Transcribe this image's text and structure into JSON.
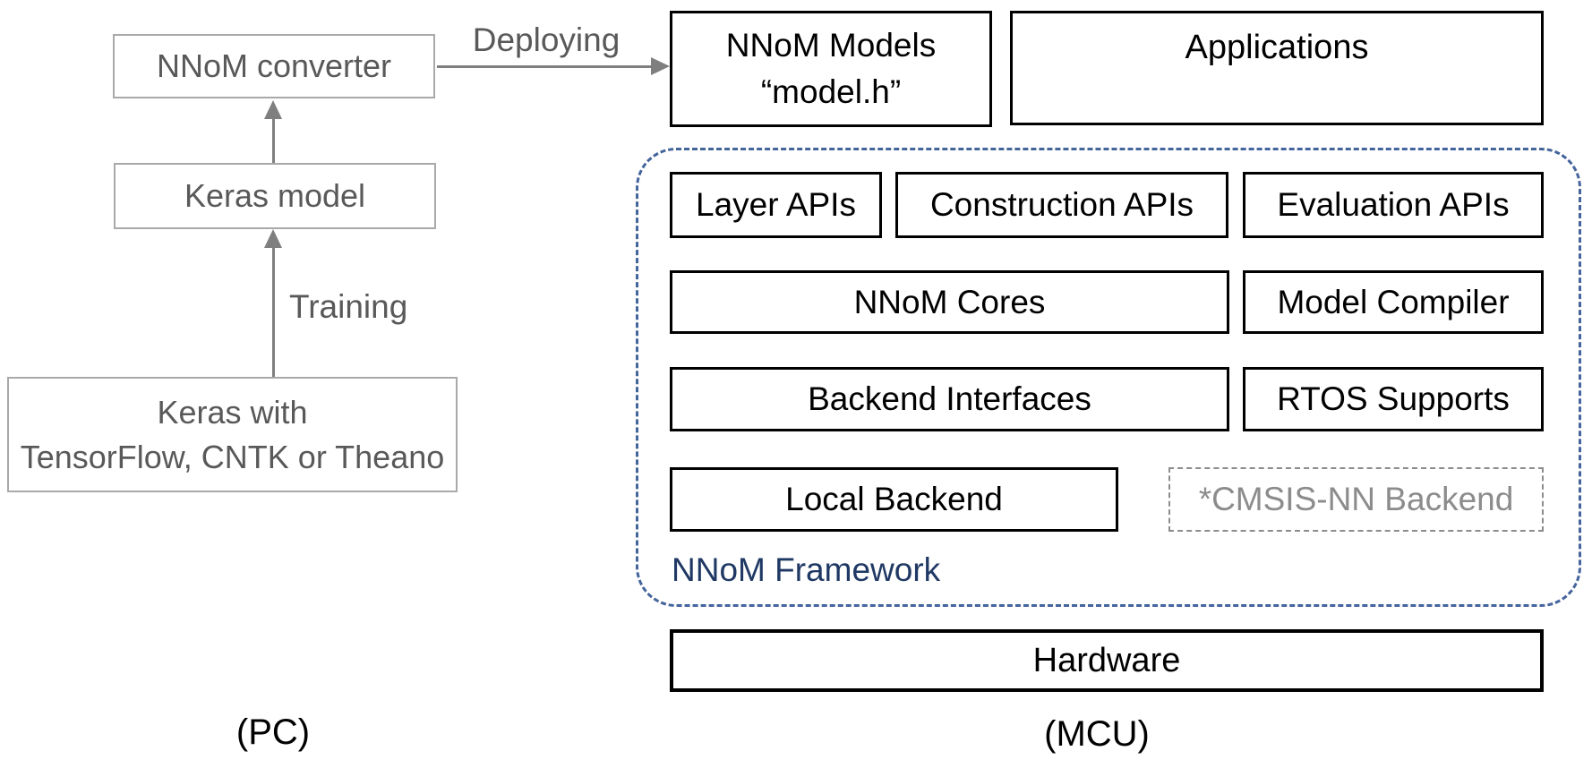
{
  "colors": {
    "gray_border": "#a9a9a9",
    "gray_text": "#595959",
    "arrow_gray": "#7f7f7f",
    "black": "#000000",
    "framework_border_blue": "#44649c",
    "framework_label_blue": "#1f3864",
    "cmsis_gray": "#8c8c8c"
  },
  "pc_side": {
    "nnom_converter": "NNoM converter",
    "keras_model": "Keras model",
    "keras_stack_line1": "Keras with",
    "keras_stack_line2": "TensorFlow, CNTK or Theano",
    "training_label": "Training",
    "deploying_label": "Deploying",
    "caption": "(PC)"
  },
  "mcu_side": {
    "nnom_models_line1": "NNoM Models",
    "nnom_models_line2": "“model.h”",
    "applications": "Applications",
    "framework": {
      "label": "NNoM Framework",
      "layer_apis": "Layer APIs",
      "construction_apis": "Construction APIs",
      "evaluation_apis": "Evaluation APIs",
      "nnom_cores": "NNoM Cores",
      "model_compiler": "Model Compiler",
      "backend_interfaces": "Backend Interfaces",
      "rtos_supports": "RTOS Supports",
      "local_backend": "Local Backend",
      "cmsis_backend": "*CMSIS-NN Backend"
    },
    "hardware": "Hardware",
    "caption": "(MCU)"
  }
}
